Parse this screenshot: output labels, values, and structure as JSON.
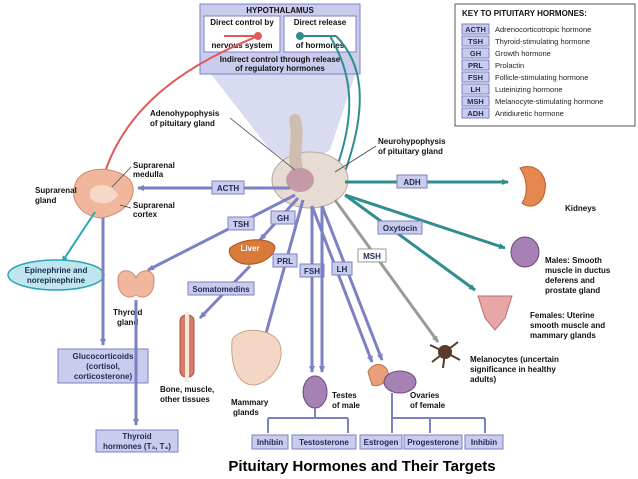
{
  "hypothalamus": {
    "title": "HYPOTHALAMUS",
    "direct_control_1": "Direct control by",
    "direct_control_2": "nervous system",
    "direct_release_1": "Direct release",
    "direct_release_2": "of hormones",
    "indirect_1": "Indirect control through release",
    "indirect_2": "of regulatory hormones"
  },
  "key": {
    "title": "KEY TO PITUITARY HORMONES:",
    "items": [
      {
        "abbr": "ACTH",
        "def": "Adrenocorticotropic hormone"
      },
      {
        "abbr": "TSH",
        "def": "Thyroid-stimulating hormone"
      },
      {
        "abbr": "GH",
        "def": "Growth hormone"
      },
      {
        "abbr": "PRL",
        "def": "Prolactin"
      },
      {
        "abbr": "FSH",
        "def": "Follicle-stimulating hormone"
      },
      {
        "abbr": "LH",
        "def": "Luteinizing hormone"
      },
      {
        "abbr": "MSH",
        "def": "Melanocyte-stimulating hormone"
      },
      {
        "abbr": "ADH",
        "def": "Antidiuretic hormone"
      }
    ]
  },
  "labels": {
    "adeno_1": "Adenohypophysis",
    "adeno_2": "of pituitary gland",
    "neuro_1": "Neurohypophysis",
    "neuro_2": "of pituitary gland",
    "suprarenal_medulla_1": "Suprarenal",
    "suprarenal_medulla_2": "medulla",
    "suprarenal_gland_1": "Suprarenal",
    "suprarenal_gland_2": "gland",
    "suprarenal_cortex_1": "Suprarenal",
    "suprarenal_cortex_2": "cortex",
    "kidneys": "Kidneys",
    "epi_1": "Epinephrine and",
    "epi_2": "norepinephrine",
    "liver": "Liver",
    "somatomedins": "Somatomedins",
    "thyroid_1": "Thyroid",
    "thyroid_2": "gland",
    "gluco_1": "Glucocorticoids",
    "gluco_2": "(cortisol,",
    "gluco_3": "corticosterone)",
    "bone_1": "Bone, muscle,",
    "bone_2": "other tissues",
    "mammary_1": "Mammary",
    "mammary_2": "glands",
    "testes_1": "Testes",
    "testes_2": "of male",
    "ovaries_1": "Ovaries",
    "ovaries_2": "of female",
    "males_1": "Males: Smooth",
    "males_2": "muscle in ductus",
    "males_3": "deferens and",
    "males_4": "prostate gland",
    "females_1": "Females: Uterine",
    "females_2": "smooth muscle and",
    "females_3": "mammary glands",
    "melano_1": "Melanocytes (uncertain",
    "melano_2": "significance in healthy",
    "melano_3": "adults)",
    "thyroid_horm_1": "Thyroid",
    "thyroid_horm_2": "hormones (T₃, T₄)",
    "oxytocin": "Oxytocin",
    "inhibin_1": "Inhibin",
    "testosterone": "Testosterone",
    "estrogen": "Estrogen",
    "progesterone": "Progesterone",
    "inhibin_2": "Inhibin"
  },
  "tags": {
    "acth": "ACTH",
    "tsh": "TSH",
    "gh": "GH",
    "prl": "PRL",
    "fsh": "FSH",
    "lh": "LH",
    "msh": "MSH",
    "adh": "ADH"
  },
  "caption": "Pituitary Hormones and Their Targets",
  "colors": {
    "anterior_arrow": "#7c80c4",
    "posterior_arrow": "#2f8d8d",
    "msh_arrow": "#9a9a9a",
    "tag_fill": "#c9ccec",
    "key_fill": "#c9ccec",
    "hypothalamus_fill": "#c9ccec",
    "nerve_red": "#e05a5a"
  }
}
